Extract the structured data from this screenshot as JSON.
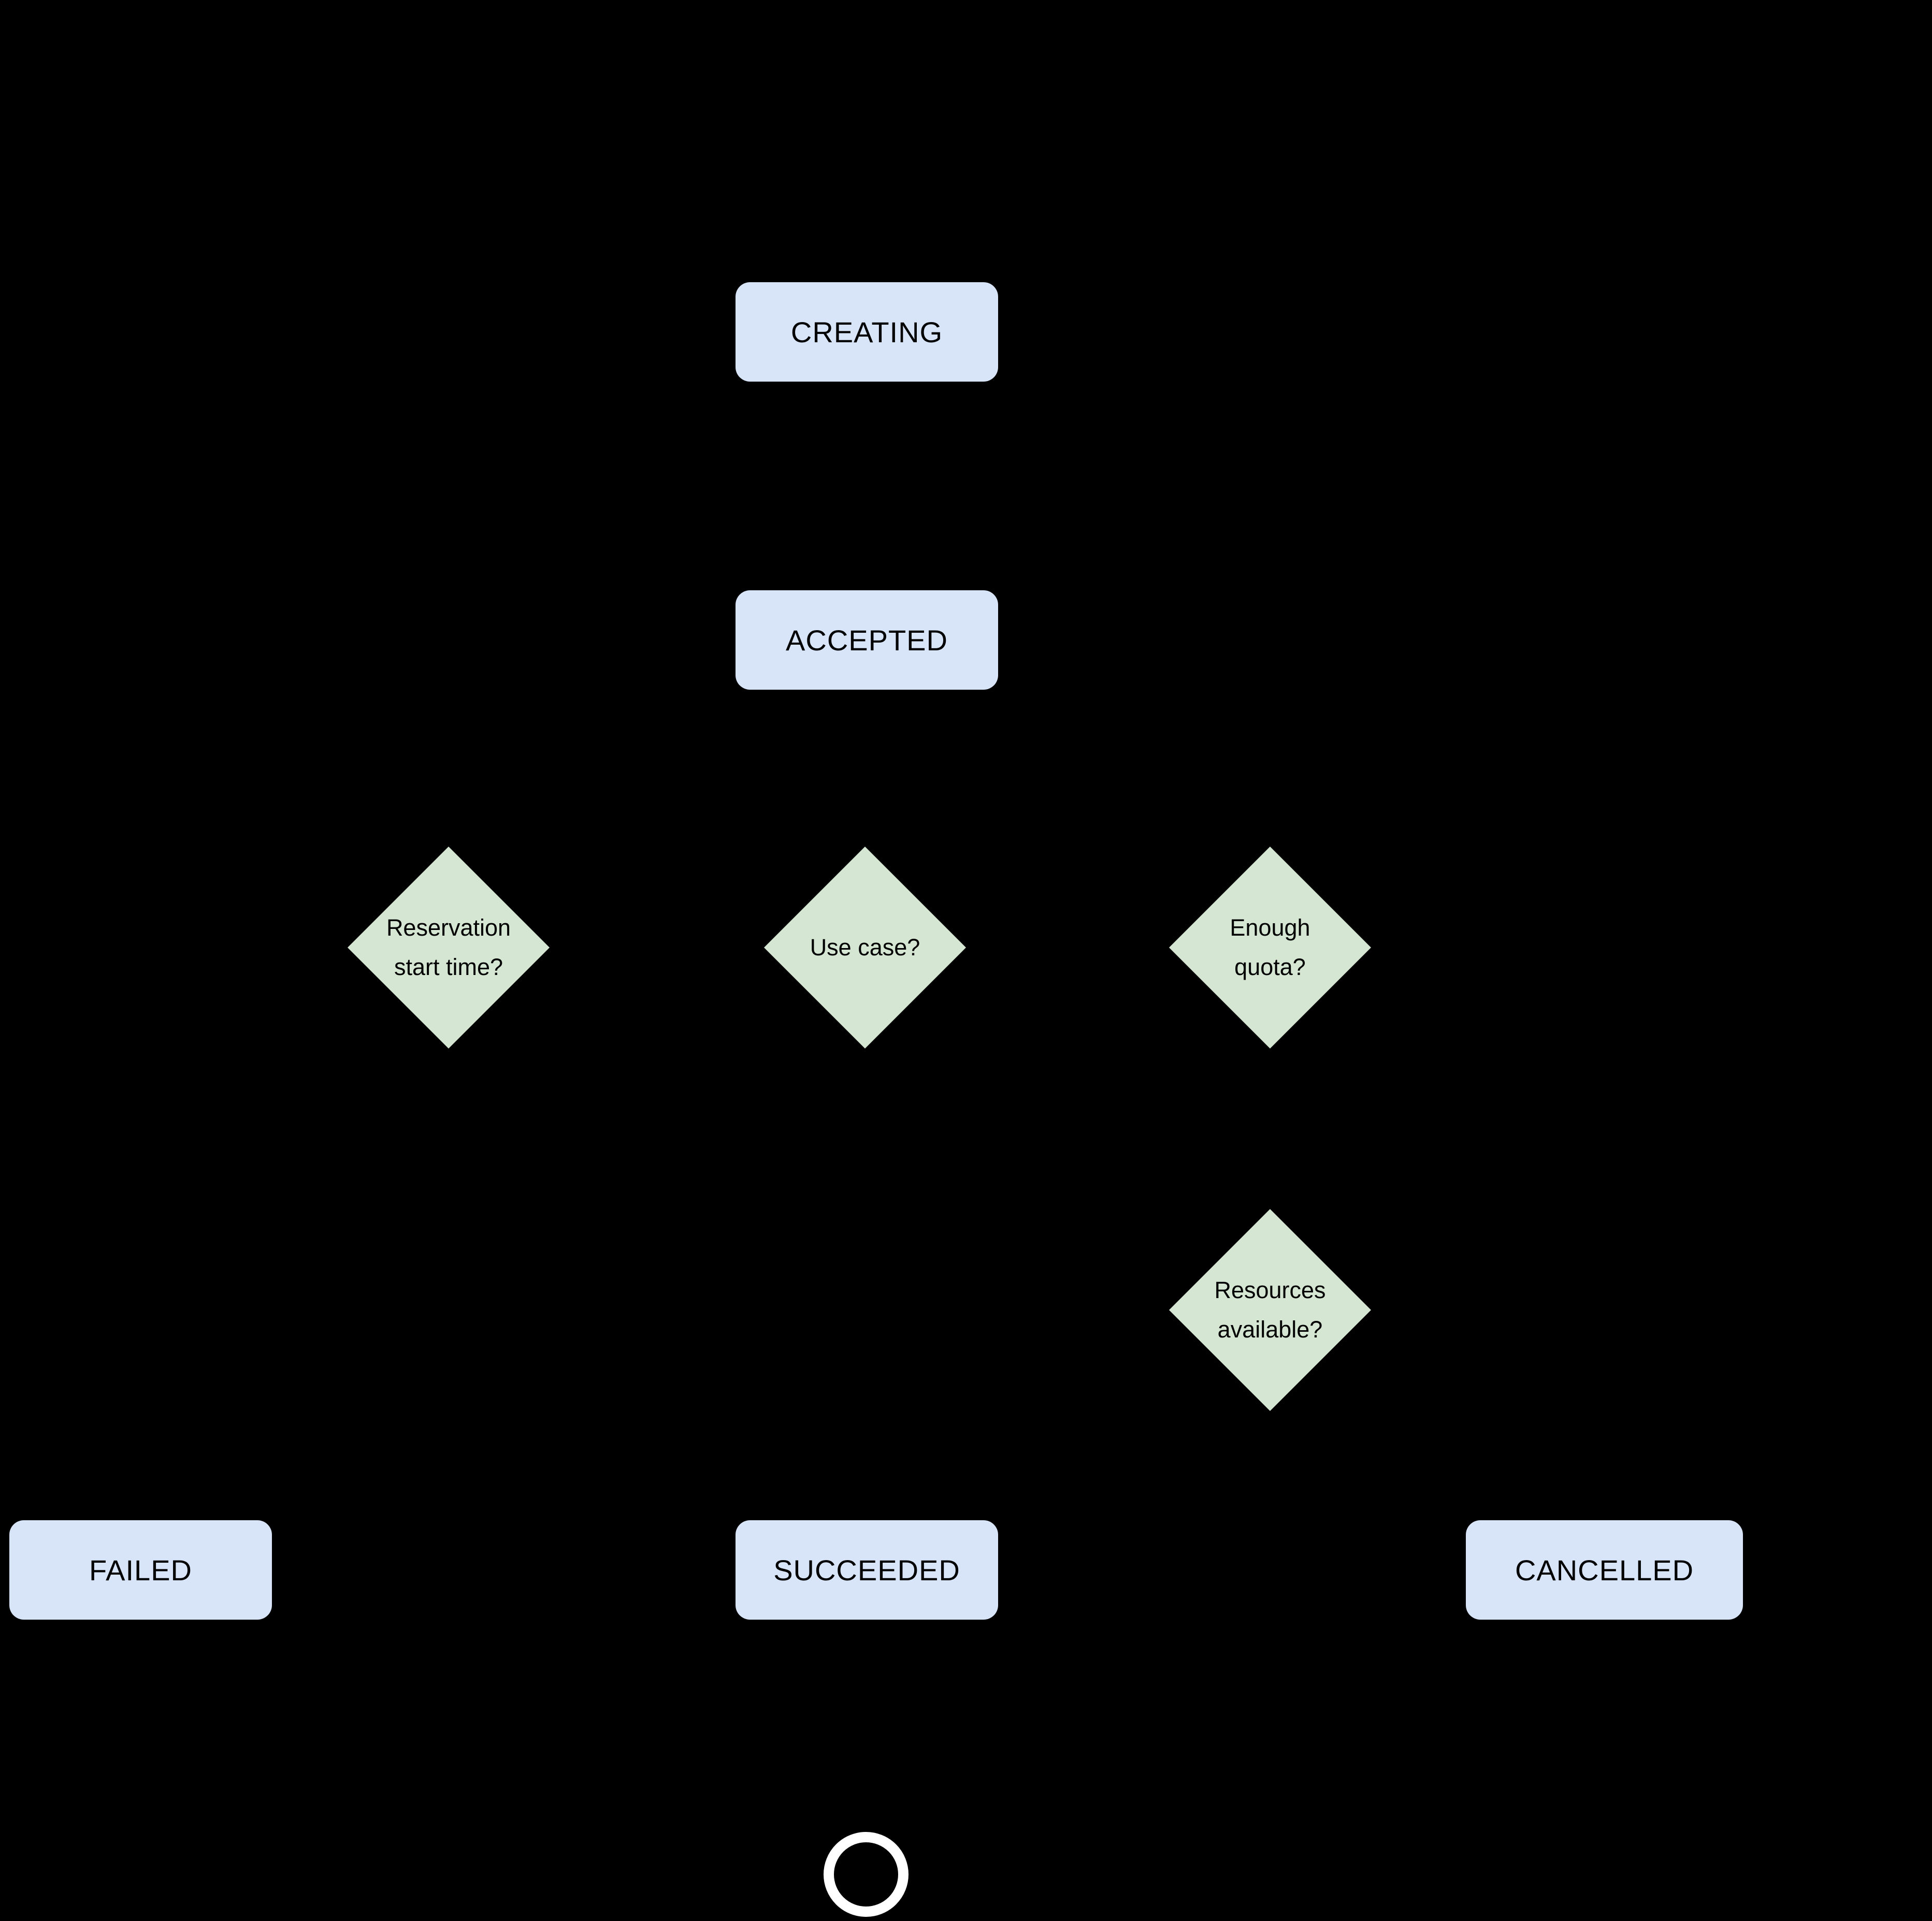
{
  "diagram": {
    "background_color": "#000000",
    "state_fill_color": "#d8e4f8",
    "decision_fill_color": "#d5e7d3",
    "label_color": "#000000",
    "end_ring_color": "#ffffff",
    "states": {
      "creating": {
        "label": "CREATING"
      },
      "accepted": {
        "label": "ACCEPTED"
      },
      "failed": {
        "label": "FAILED"
      },
      "succeeded": {
        "label": "SUCCEEDED"
      },
      "cancelled": {
        "label": "CANCELLED"
      }
    },
    "decisions": {
      "reservation_start_time": {
        "line1": "Reservation",
        "line2": "start time?"
      },
      "use_case": {
        "line1": "Use case?"
      },
      "enough_quota": {
        "line1": "Enough",
        "line2": "quota?"
      },
      "resources_available": {
        "line1": "Resources",
        "line2": "available?"
      }
    }
  }
}
